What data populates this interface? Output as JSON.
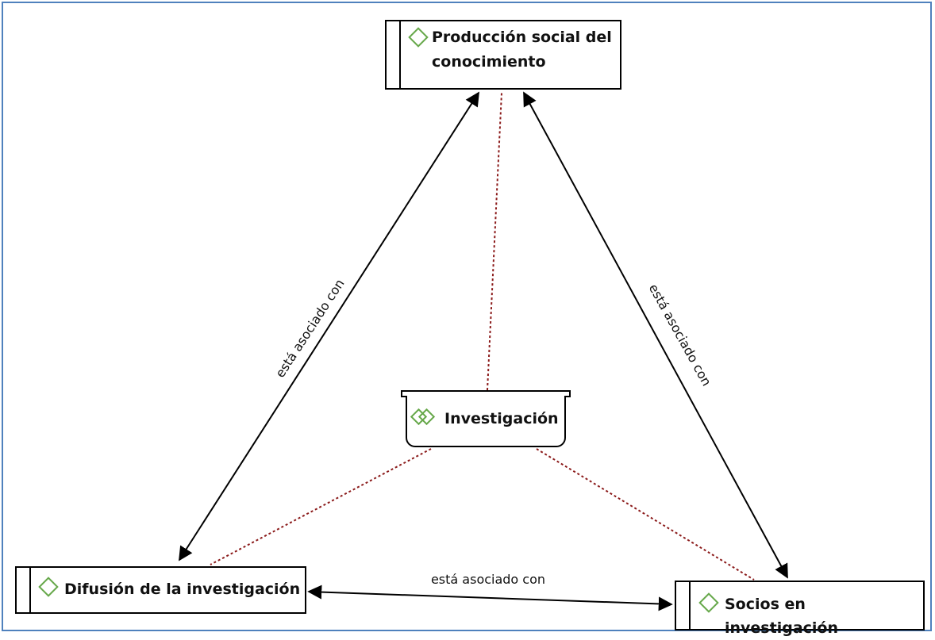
{
  "nodes": {
    "produccion": {
      "line1": "Producción social del",
      "line2": "conocimiento",
      "icon": "diamond-icon"
    },
    "investigacion": {
      "label": "Investigación",
      "icon": "double-diamond-icon"
    },
    "difusion": {
      "label": "Difusión de la investigación",
      "icon": "diamond-icon"
    },
    "socios": {
      "label": "Socios en investigación",
      "icon": "diamond-icon"
    }
  },
  "edges": {
    "left": "está asociado con",
    "right": "está asociado con",
    "bottom": "está asociado con"
  },
  "colors": {
    "frame": "#4f81bd",
    "icon": "#66a84a",
    "dotted_link": "#8b1a1a",
    "arrow": "#000000"
  }
}
